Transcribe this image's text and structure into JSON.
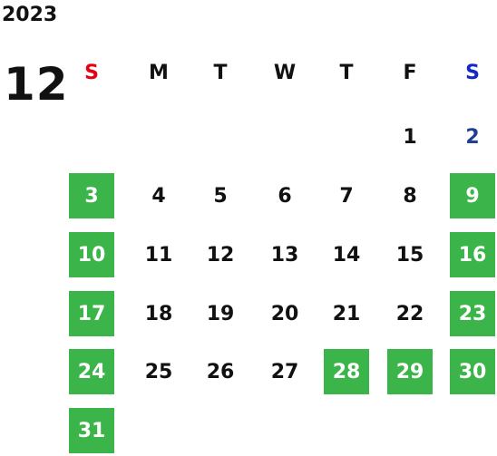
{
  "calendar": {
    "year": "2023",
    "month": "12",
    "weekdays": [
      "S",
      "M",
      "T",
      "W",
      "T",
      "F",
      "S"
    ],
    "weekday_colors": [
      "#e60012",
      "#111111",
      "#111111",
      "#111111",
      "#111111",
      "#111111",
      "#1428c8"
    ],
    "weeks": [
      [
        null,
        null,
        null,
        null,
        null,
        "1",
        "2"
      ],
      [
        "3",
        "4",
        "5",
        "6",
        "7",
        "8",
        "9"
      ],
      [
        "10",
        "11",
        "12",
        "13",
        "14",
        "15",
        "16"
      ],
      [
        "17",
        "18",
        "19",
        "20",
        "21",
        "22",
        "23"
      ],
      [
        "24",
        "25",
        "26",
        "27",
        "28",
        "29",
        "30"
      ],
      [
        "31",
        null,
        null,
        null,
        null,
        null,
        null
      ]
    ],
    "highlighted_days": [
      "3",
      "9",
      "10",
      "16",
      "17",
      "23",
      "24",
      "28",
      "29",
      "30",
      "31"
    ],
    "highlight_color": "#3bb54a",
    "saturday_date_color": "#1f3f8f"
  }
}
